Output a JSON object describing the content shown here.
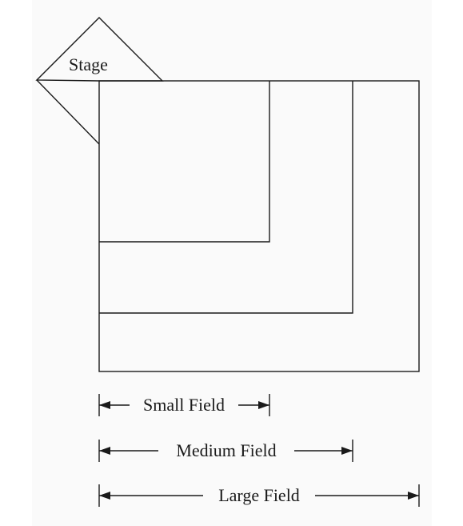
{
  "diagram": {
    "stage_label": "Stage",
    "fields": [
      {
        "key": "small",
        "label": "Small Field"
      },
      {
        "key": "medium",
        "label": "Medium Field"
      },
      {
        "key": "large",
        "label": "Large Field"
      }
    ]
  },
  "colors": {
    "line": "#1a1a1a",
    "background": "#fafafa"
  }
}
